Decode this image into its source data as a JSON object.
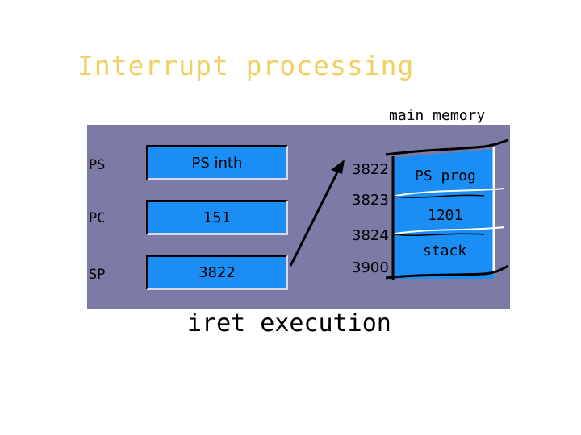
{
  "title": "Interrupt processing",
  "memory_label": "main memory",
  "registers": [
    {
      "name": "PS",
      "value": "PS inth"
    },
    {
      "name": "PC",
      "value": "151"
    },
    {
      "name": "SP",
      "value": "3822"
    }
  ],
  "addresses": [
    "3822",
    "3823",
    "3824",
    "3900"
  ],
  "memory_cells": [
    "PS prog",
    "1201",
    "stack"
  ],
  "footer": "iret execution",
  "colors": {
    "title": "#f0d060",
    "panel": "#7b7ba6",
    "box": "#1a8ef4"
  }
}
